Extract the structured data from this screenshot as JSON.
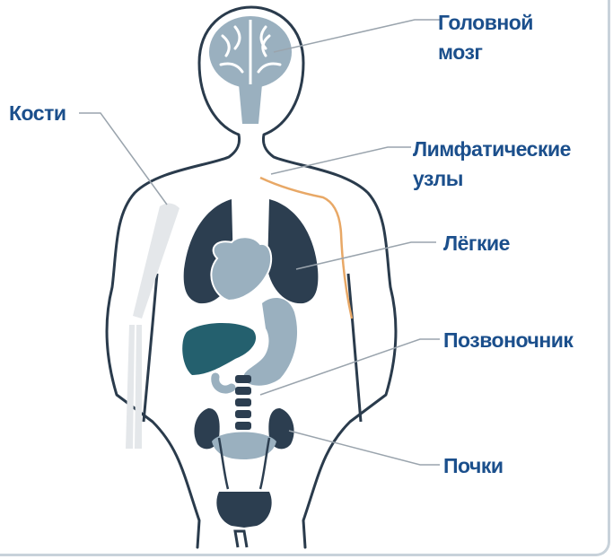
{
  "diagram": {
    "labels": {
      "brain_line1": "Головной",
      "brain_line2": "мозг",
      "bones": "Кости",
      "lymph_line1": "Лимфатические",
      "lymph_line2": "узлы",
      "lungs": "Лёгкие",
      "spine": "Позвоночник",
      "kidneys": "Почки"
    },
    "colors": {
      "label_text": "#1b4f8c",
      "outline": "#2a3b4c",
      "organ_light": "#9ab0bf",
      "organ_dark": "#2c3e50",
      "liver": "#24606e",
      "bone": "#e4e7ea",
      "lymph": "#e8a866",
      "frame_border": "#c8d2da"
    }
  }
}
